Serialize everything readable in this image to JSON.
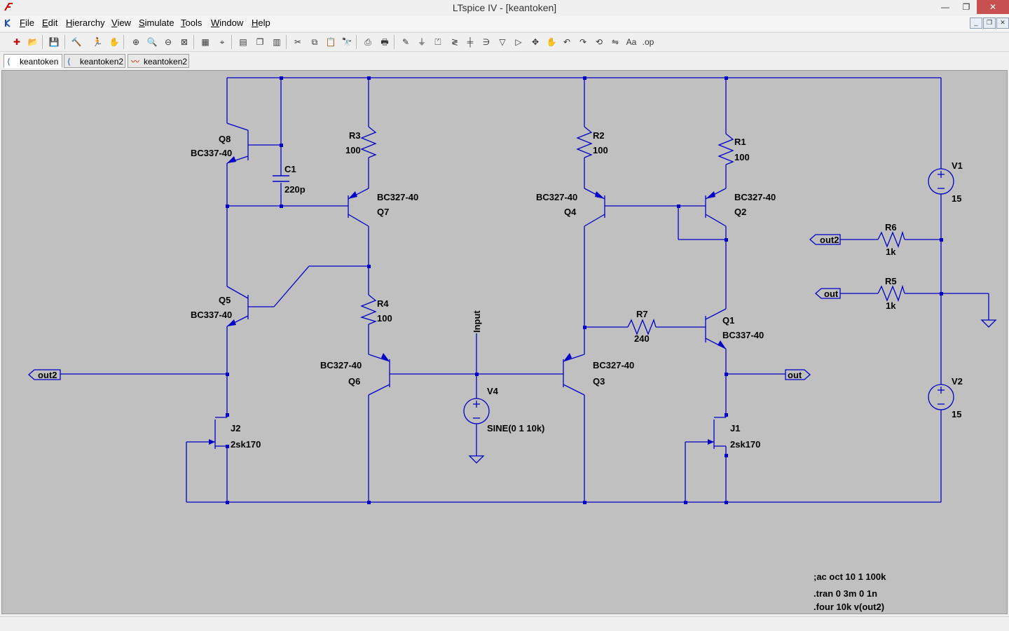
{
  "window": {
    "title": "LTspice IV - [keantoken]"
  },
  "menu": [
    "File",
    "Edit",
    "Hierarchy",
    "View",
    "Simulate",
    "Tools",
    "Window",
    "Help"
  ],
  "toolbar": [
    {
      "name": "new-schematic-icon",
      "glyph": "✚",
      "red": true
    },
    {
      "name": "open-icon",
      "glyph": "📂"
    },
    {
      "name": "save-icon",
      "glyph": "💾"
    },
    {
      "name": "control-panel-icon",
      "glyph": "🔨"
    },
    {
      "name": "run-icon",
      "glyph": "🏃"
    },
    {
      "name": "halt-icon",
      "glyph": "✋"
    },
    {
      "name": "zoom-in-icon",
      "glyph": "⊕"
    },
    {
      "name": "pan-icon",
      "glyph": "🔍"
    },
    {
      "name": "zoom-out-icon",
      "glyph": "⊖"
    },
    {
      "name": "zoom-fit-icon",
      "glyph": "⊠"
    },
    {
      "name": "autorange-icon",
      "glyph": "▦"
    },
    {
      "name": "cursor-icon",
      "glyph": "⌖"
    },
    {
      "name": "tile-horizontal-icon",
      "glyph": "▤"
    },
    {
      "name": "cascade-icon",
      "glyph": "❐"
    },
    {
      "name": "tile-vertical-icon",
      "glyph": "▥"
    },
    {
      "name": "cut-icon",
      "glyph": "✂"
    },
    {
      "name": "copy-icon",
      "glyph": "⧉"
    },
    {
      "name": "paste-icon",
      "glyph": "📋"
    },
    {
      "name": "find-icon",
      "glyph": "🔭"
    },
    {
      "name": "print-preview-icon",
      "glyph": "⎙"
    },
    {
      "name": "print-icon",
      "glyph": "🖶"
    },
    {
      "name": "draw-wire-icon",
      "glyph": "✎"
    },
    {
      "name": "ground-icon",
      "glyph": "⏚"
    },
    {
      "name": "label-net-icon",
      "glyph": "⏍"
    },
    {
      "name": "resistor-icon",
      "glyph": "≷"
    },
    {
      "name": "capacitor-icon",
      "glyph": "╪"
    },
    {
      "name": "inductor-icon",
      "glyph": "∋"
    },
    {
      "name": "diode-icon",
      "glyph": "▽"
    },
    {
      "name": "component-icon",
      "glyph": "▷"
    },
    {
      "name": "move-icon",
      "glyph": "✥"
    },
    {
      "name": "drag-icon",
      "glyph": "✋"
    },
    {
      "name": "undo-icon",
      "glyph": "↶"
    },
    {
      "name": "redo-icon",
      "glyph": "↷"
    },
    {
      "name": "rotate-icon",
      "glyph": "⟲"
    },
    {
      "name": "mirror-icon",
      "glyph": "⇋"
    },
    {
      "name": "text-icon",
      "glyph": "Aa"
    },
    {
      "name": "spice-directive-icon",
      "glyph": ".op"
    }
  ],
  "tabs": [
    {
      "label": "keantoken",
      "kind": "schematic",
      "active": true
    },
    {
      "label": "keantoken2",
      "kind": "schematic",
      "active": false
    },
    {
      "label": "keantoken2",
      "kind": "waveform",
      "active": false
    }
  ],
  "colors": {
    "wire": "#0000c8",
    "canvas": "#c0c0c0",
    "component": "#0000c8"
  },
  "schematic": {
    "components": [
      {
        "ref": "Q8",
        "value": "BC337-40"
      },
      {
        "ref": "C1",
        "value": "220p"
      },
      {
        "ref": "R3",
        "value": "100"
      },
      {
        "ref": "Q7",
        "value": "BC327-40"
      },
      {
        "ref": "Q5",
        "value": "BC337-40"
      },
      {
        "ref": "R4",
        "value": "100"
      },
      {
        "ref": "Q6",
        "value": "BC327-40"
      },
      {
        "ref": "J2",
        "value": "2sk170"
      },
      {
        "ref": "V4",
        "value": "SINE(0 1 10k)"
      },
      {
        "ref": "R2",
        "value": "100"
      },
      {
        "ref": "Q4",
        "value": "BC327-40"
      },
      {
        "ref": "Q3",
        "value": "BC327-40"
      },
      {
        "ref": "R1",
        "value": "100"
      },
      {
        "ref": "Q2",
        "value": "BC327-40"
      },
      {
        "ref": "R7",
        "value": "240"
      },
      {
        "ref": "Q1",
        "value": "BC337-40"
      },
      {
        "ref": "J1",
        "value": "2sk170"
      },
      {
        "ref": "V1",
        "value": "15"
      },
      {
        "ref": "V2",
        "value": "15"
      },
      {
        "ref": "R6",
        "value": "1k"
      },
      {
        "ref": "R5",
        "value": "1k"
      }
    ],
    "net_labels": {
      "input": "Input",
      "out": "out",
      "out2": "out2"
    },
    "directives": [
      ";ac oct 10 1 100k",
      ".tran 0 3m 0 1n",
      ".four 10k v(out2)"
    ]
  }
}
